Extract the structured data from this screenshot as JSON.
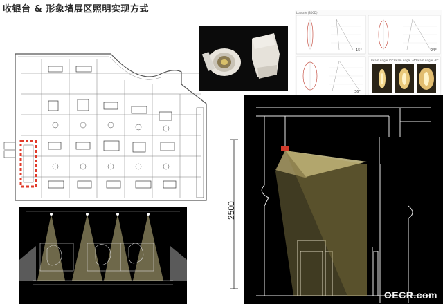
{
  "title": "收银台 & 形象墙展区照明实现方式",
  "dimension_label": "2500",
  "watermark": "OECR.com",
  "curves": {
    "header": "Luxsafe (800D)",
    "angles": [
      "15°",
      "24°",
      "36°"
    ],
    "beam_labels": [
      "Beam Angle 15°",
      "Beam Angle 24°",
      "Beam Angle 36°"
    ]
  },
  "colors": {
    "highlight": "#e03a2a",
    "beam": "#f4e6a8",
    "line": "#d8d8d8"
  }
}
